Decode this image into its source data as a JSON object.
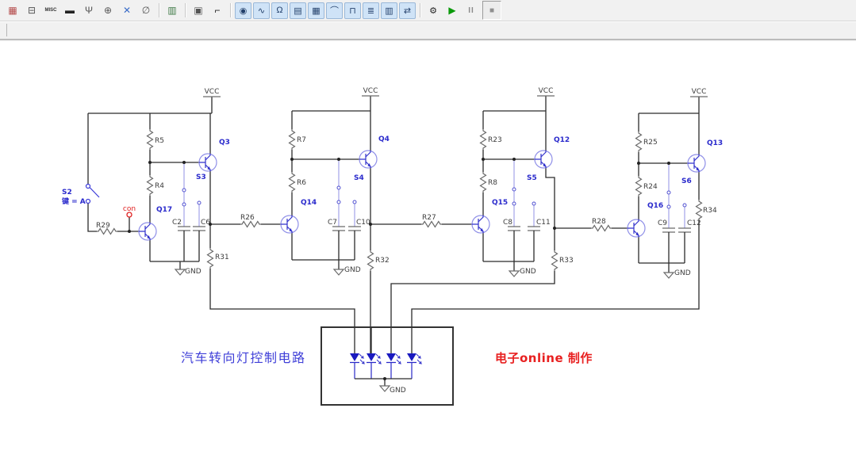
{
  "toolbar": {
    "component_buttons": [
      {
        "name": "place-source-button",
        "glyph": "▦"
      },
      {
        "name": "place-basic-button",
        "glyph": "⊟"
      },
      {
        "name": "place-misc-button",
        "glyph": "MISC"
      },
      {
        "name": "place-indicator-button",
        "glyph": "▬"
      },
      {
        "name": "place-rf-button",
        "glyph": "Ψ"
      },
      {
        "name": "place-electromech-button",
        "glyph": "⊕"
      },
      {
        "name": "place-misc2-button",
        "glyph": "✕"
      },
      {
        "name": "place-connector-button",
        "glyph": "∅"
      },
      {
        "name": "place-mcu-button",
        "glyph": "▥"
      },
      {
        "name": "hierarchy-button",
        "glyph": "▣"
      },
      {
        "name": "place-graph-button",
        "glyph": "⌐"
      }
    ],
    "instrument_buttons": [
      {
        "name": "multimeter-button",
        "glyph": "◉"
      },
      {
        "name": "function-generator-button",
        "glyph": "∿"
      },
      {
        "name": "wattmeter-button",
        "glyph": "Ω"
      },
      {
        "name": "oscilloscope-button",
        "glyph": "▤"
      },
      {
        "name": "four-channel-oscilloscope-button",
        "glyph": "▦"
      },
      {
        "name": "bode-plotter-button",
        "glyph": "⌒"
      },
      {
        "name": "frequency-counter-button",
        "glyph": "⊓"
      },
      {
        "name": "word-generator-button",
        "glyph": "≣"
      },
      {
        "name": "logic-analyzer-button",
        "glyph": "▥"
      },
      {
        "name": "logic-converter-button",
        "glyph": "⇄"
      }
    ],
    "run_controls": {
      "settings_glyph": "⚙",
      "play_glyph": "▶",
      "pause_glyph": "II",
      "stop_glyph": "■"
    }
  },
  "circuit": {
    "stages": [
      {
        "vcc": "VCC",
        "r_top": "R5",
        "r_mid": "R4",
        "q_main": "Q3",
        "s_node": "S3",
        "q_osc": "Q17",
        "cap1": "C2",
        "cap2": "C6",
        "r_out": "R31",
        "r_link": "R26",
        "gnd": "GND"
      },
      {
        "vcc": "VCC",
        "r_top": "R7",
        "r_mid": "R6",
        "q_main": "Q4",
        "s_node": "S4",
        "q_osc": "Q14",
        "cap1": "C7",
        "cap2": "C10",
        "r_out": "R32",
        "r_link": "R27",
        "gnd": "GND"
      },
      {
        "vcc": "VCC",
        "r_top": "R23",
        "r_mid": "R8",
        "q_main": "Q12",
        "s_node": "S5",
        "q_osc": "Q15",
        "cap1": "C8",
        "cap2": "C11",
        "r_out": "R33",
        "r_link": "R28",
        "gnd": "GND"
      },
      {
        "vcc": "VCC",
        "r_top": "R25",
        "r_mid": "R24",
        "q_main": "Q13",
        "s_node": "S6",
        "q_osc": "Q16",
        "cap1": "C9",
        "cap2": "C12",
        "r_out": "R34",
        "gnd": "GND"
      }
    ],
    "input_switch": {
      "ref": "S2",
      "key": "键 = A",
      "resistor": "R29",
      "node": "con"
    },
    "led_box": {
      "gnd": "GND"
    },
    "captions": {
      "title": "汽车转向灯控制电路",
      "credit": "电子online 制作"
    }
  },
  "colors": {
    "wire": "#2b2b2b",
    "symbol": "#6a6a6a",
    "component_blue": "#3232cc",
    "node_red": "#e02020",
    "led_blue": "#1a1ac0",
    "caption_blue": "#3f3fd8",
    "caption_red": "#e82020",
    "toolbar_bg": "#f1f1f1",
    "instrument_bg": "#cfe3f7"
  }
}
